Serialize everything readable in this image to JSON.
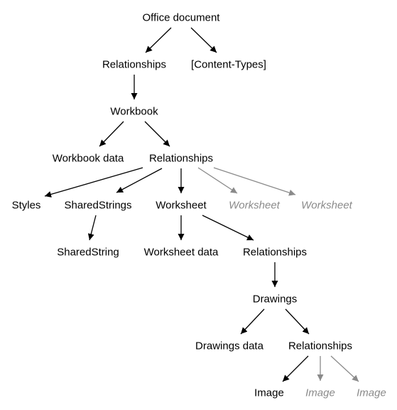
{
  "diagram": {
    "colors": {
      "primary": "#000000",
      "ghost": "#8a8a8a",
      "background": "#ffffff"
    },
    "nodes": [
      {
        "id": "office",
        "label": "Office document",
        "ghost": false
      },
      {
        "id": "rel1",
        "label": "Relationships",
        "ghost": false
      },
      {
        "id": "ctypes",
        "label": "[Content-Types]",
        "ghost": false
      },
      {
        "id": "workbook",
        "label": "Workbook",
        "ghost": false
      },
      {
        "id": "wbdata",
        "label": "Workbook data",
        "ghost": false
      },
      {
        "id": "rel2",
        "label": "Relationships",
        "ghost": false
      },
      {
        "id": "styles",
        "label": "Styles",
        "ghost": false
      },
      {
        "id": "sstrings",
        "label": "SharedStrings",
        "ghost": false
      },
      {
        "id": "sheet",
        "label": "Worksheet",
        "ghost": false
      },
      {
        "id": "sheet2",
        "label": "Worksheet",
        "ghost": true
      },
      {
        "id": "sheet3",
        "label": "Worksheet",
        "ghost": true
      },
      {
        "id": "sstring",
        "label": "SharedString",
        "ghost": false
      },
      {
        "id": "wsdata",
        "label": "Worksheet data",
        "ghost": false
      },
      {
        "id": "rel3",
        "label": "Relationships",
        "ghost": false
      },
      {
        "id": "drawings",
        "label": "Drawings",
        "ghost": false
      },
      {
        "id": "drdata",
        "label": "Drawings data",
        "ghost": false
      },
      {
        "id": "rel4",
        "label": "Relationships",
        "ghost": false
      },
      {
        "id": "image",
        "label": "Image",
        "ghost": false
      },
      {
        "id": "image2",
        "label": "Image",
        "ghost": true
      },
      {
        "id": "image3",
        "label": "Image",
        "ghost": true
      }
    ],
    "edges": [
      {
        "from": "office",
        "to": "rel1",
        "ghost": false
      },
      {
        "from": "office",
        "to": "ctypes",
        "ghost": false
      },
      {
        "from": "rel1",
        "to": "workbook",
        "ghost": false
      },
      {
        "from": "workbook",
        "to": "wbdata",
        "ghost": false
      },
      {
        "from": "workbook",
        "to": "rel2",
        "ghost": false
      },
      {
        "from": "rel2",
        "to": "styles",
        "ghost": false
      },
      {
        "from": "rel2",
        "to": "sstrings",
        "ghost": false
      },
      {
        "from": "rel2",
        "to": "sheet",
        "ghost": false
      },
      {
        "from": "rel2",
        "to": "sheet2",
        "ghost": true
      },
      {
        "from": "rel2",
        "to": "sheet3",
        "ghost": true
      },
      {
        "from": "sstrings",
        "to": "sstring",
        "ghost": false
      },
      {
        "from": "sheet",
        "to": "wsdata",
        "ghost": false
      },
      {
        "from": "sheet",
        "to": "rel3",
        "ghost": false
      },
      {
        "from": "rel3",
        "to": "drawings",
        "ghost": false
      },
      {
        "from": "drawings",
        "to": "drdata",
        "ghost": false
      },
      {
        "from": "drawings",
        "to": "rel4",
        "ghost": false
      },
      {
        "from": "rel4",
        "to": "image",
        "ghost": false
      },
      {
        "from": "rel4",
        "to": "image2",
        "ghost": true
      },
      {
        "from": "rel4",
        "to": "image3",
        "ghost": true
      }
    ]
  }
}
